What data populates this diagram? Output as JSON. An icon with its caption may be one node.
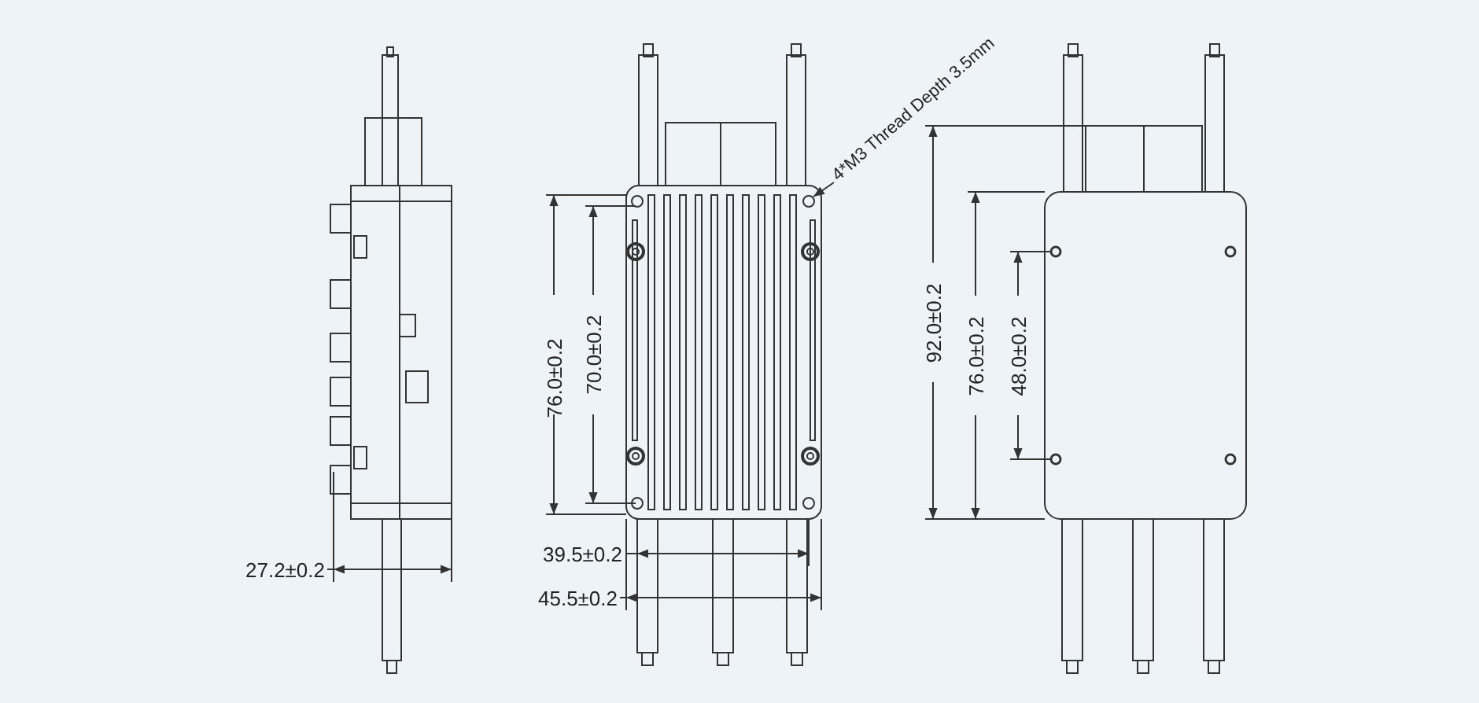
{
  "diagram": {
    "nodes": [
      {
        "text": [
          "4*M3 Thread Depth 3.5mm"
        ]
      },
      {
        "text": [],
        "shape": "circle"
      }
    ],
    "edges": [
      {
        "from": 0,
        "to": 1,
        "arrow": "to"
      }
    ],
    "labels": [
      "76.0±0.2",
      "70.0±0.2",
      "92.0±0.2",
      "76.0±0.2",
      "48.0±0.2",
      "39.5±0.2",
      "27.2±0.2",
      "45.5±0.2"
    ]
  }
}
